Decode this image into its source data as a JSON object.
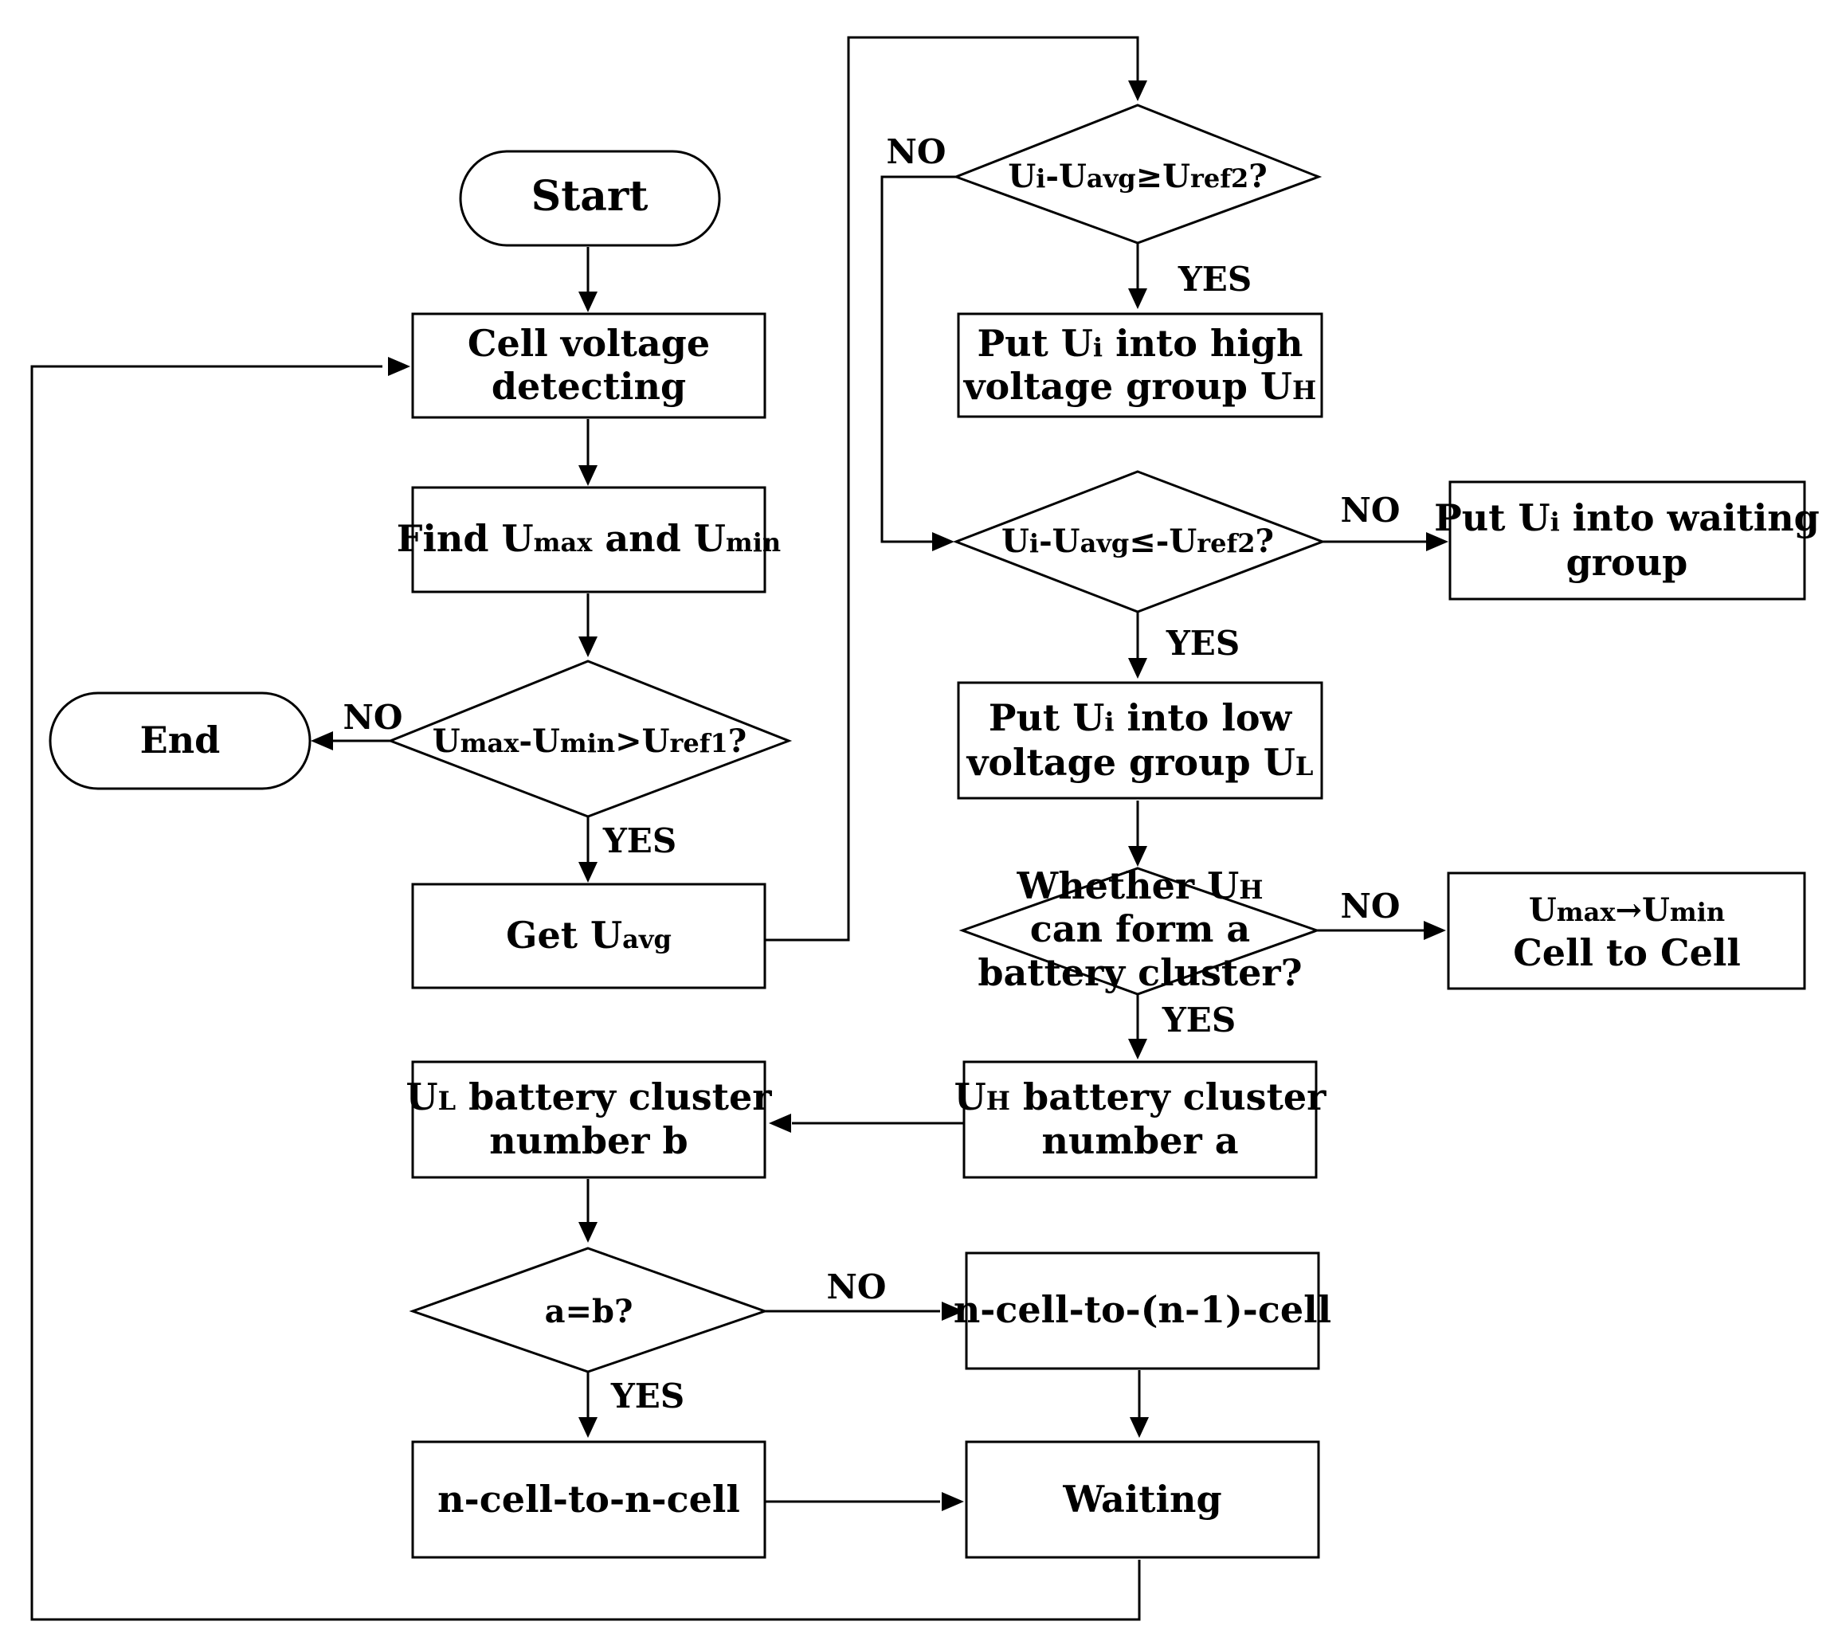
{
  "nodes": {
    "start": "Start",
    "end": "End",
    "cell_voltage": {
      "line1": "Cell voltage",
      "line2": "detecting"
    },
    "find": {
      "prefix": "Find U",
      "sub1": "max",
      "mid": " and U",
      "sub2": "min"
    },
    "diff_check": {
      "a": "U",
      "b": "max",
      "c": "-U",
      "d": "min",
      "e": ">U",
      "f": "ref1",
      "g": "?"
    },
    "get_avg": {
      "a": "Get U",
      "b": "avg"
    },
    "high_check": {
      "a": "U",
      "b": "i",
      "c": "-U",
      "d": "avg",
      "e": "≥U",
      "f": "ref2",
      "g": "?"
    },
    "put_high": {
      "l1a": "Put U",
      "l1b": "i",
      "l1c": " into high",
      "l2a": "voltage group U",
      "l2b": "H"
    },
    "low_check": {
      "a": "U",
      "b": "i",
      "c": "-U",
      "d": "avg",
      "e": "≤-U",
      "f": "ref2",
      "g": "?"
    },
    "put_waiting": {
      "l1a": "Put U",
      "l1b": "i",
      "l1c": " into waiting",
      "l2": "group"
    },
    "put_low": {
      "l1a": "Put U",
      "l1b": "i",
      "l1c": " into low",
      "l2a": "voltage group U",
      "l2b": "L"
    },
    "cluster_check": {
      "l1a": "Whether U",
      "l1b": "H",
      "l2": "can form a",
      "l3": "battery cluster?"
    },
    "max_to_min": {
      "l1a": "U",
      "l1b": "max",
      "l1c": "→U",
      "l1d": "min",
      "l2": "Cell to Cell"
    },
    "uh_cluster": {
      "l1a": "U",
      "l1b": "H",
      "l1c": " battery cluster",
      "l2": "number a"
    },
    "ul_cluster": {
      "l1a": "U",
      "l1b": "L",
      "l1c": " battery cluster",
      "l2": "number b"
    },
    "ab_check": "a=b?",
    "n_to_n1": "n-cell-to-(n-1)-cell",
    "n_to_n": "n-cell-to-n-cell",
    "waiting": "Waiting"
  },
  "labels": {
    "no": "NO",
    "yes": "YES"
  }
}
